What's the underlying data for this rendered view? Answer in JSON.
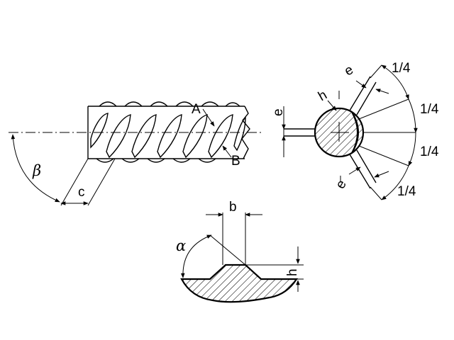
{
  "labels": {
    "A": "A",
    "B": "B",
    "c": "c",
    "beta": "β",
    "e_left": "e",
    "h_circle": "h",
    "e_top": "e",
    "e_bottom": "e",
    "q1": "1/4",
    "q2": "1/4",
    "q3": "1/4",
    "q4": "1/4",
    "b": "b",
    "alpha": "α",
    "h_profile": "h"
  }
}
